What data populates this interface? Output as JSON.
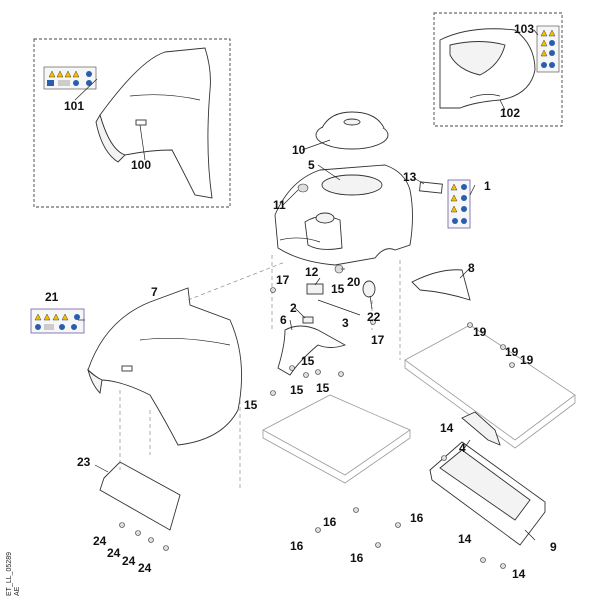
{
  "diagram": {
    "drawing_code": "ET_LL_05289",
    "drawing_code_suffix": "AE",
    "callouts": [
      {
        "id": "c1",
        "label": "1"
      },
      {
        "id": "c2",
        "label": "2"
      },
      {
        "id": "c3",
        "label": "3"
      },
      {
        "id": "c4",
        "label": "4"
      },
      {
        "id": "c5",
        "label": "5"
      },
      {
        "id": "c6",
        "label": "6"
      },
      {
        "id": "c7",
        "label": "7"
      },
      {
        "id": "c8",
        "label": "8"
      },
      {
        "id": "c9",
        "label": "9"
      },
      {
        "id": "c10",
        "label": "10"
      },
      {
        "id": "c11",
        "label": "11"
      },
      {
        "id": "c12",
        "label": "12"
      },
      {
        "id": "c13",
        "label": "13"
      },
      {
        "id": "c14a",
        "label": "14"
      },
      {
        "id": "c14b",
        "label": "14"
      },
      {
        "id": "c14c",
        "label": "14"
      },
      {
        "id": "c15a",
        "label": "15"
      },
      {
        "id": "c15b",
        "label": "15"
      },
      {
        "id": "c15c",
        "label": "15"
      },
      {
        "id": "c15d",
        "label": "15"
      },
      {
        "id": "c15e",
        "label": "15"
      },
      {
        "id": "c16a",
        "label": "16"
      },
      {
        "id": "c16b",
        "label": "16"
      },
      {
        "id": "c16c",
        "label": "16"
      },
      {
        "id": "c16d",
        "label": "16"
      },
      {
        "id": "c17a",
        "label": "17"
      },
      {
        "id": "c17b",
        "label": "17"
      },
      {
        "id": "c19a",
        "label": "19"
      },
      {
        "id": "c19b",
        "label": "19"
      },
      {
        "id": "c19c",
        "label": "19"
      },
      {
        "id": "c20",
        "label": "20"
      },
      {
        "id": "c21",
        "label": "21"
      },
      {
        "id": "c22",
        "label": "22"
      },
      {
        "id": "c23",
        "label": "23"
      },
      {
        "id": "c24a",
        "label": "24"
      },
      {
        "id": "c24b",
        "label": "24"
      },
      {
        "id": "c24c",
        "label": "24"
      },
      {
        "id": "c24d",
        "label": "24"
      },
      {
        "id": "c100",
        "label": "100"
      },
      {
        "id": "c101",
        "label": "101"
      },
      {
        "id": "c102",
        "label": "102"
      },
      {
        "id": "c103",
        "label": "103"
      }
    ]
  }
}
